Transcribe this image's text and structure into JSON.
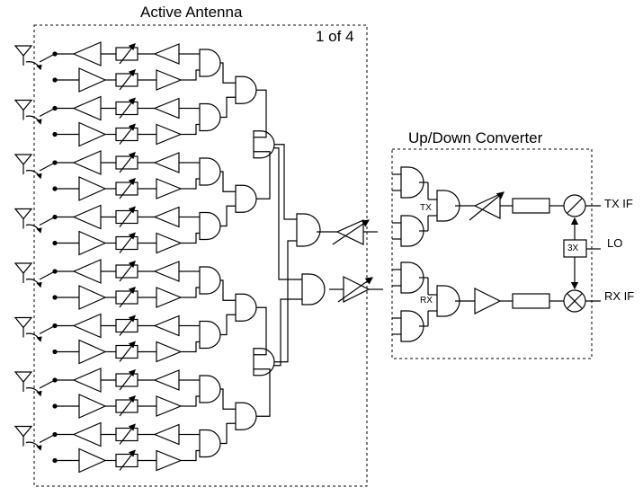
{
  "active_antenna": {
    "title": "Active Antenna",
    "badge": "1 of 4",
    "element_count": 8
  },
  "converter": {
    "title": "Up/Down Converter",
    "tx_label": "TX",
    "rx_label": "RX",
    "multiplier": "3X",
    "tx_if": "TX IF",
    "lo": "LO",
    "rx_if": "RX IF"
  }
}
